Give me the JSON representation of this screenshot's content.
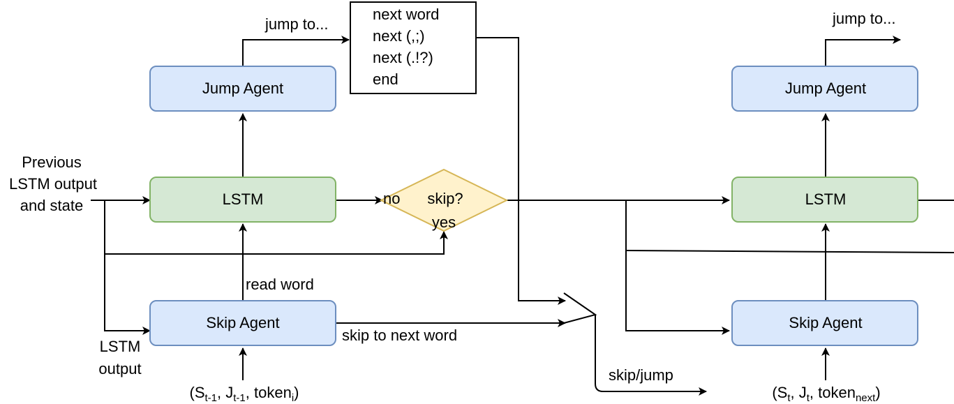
{
  "colors": {
    "agent_fill": "#dae8fc",
    "agent_stroke": "#6c8ebf",
    "lstm_fill": "#d5e8d4",
    "lstm_stroke": "#82b366",
    "decision_fill": "#fff2cc",
    "decision_stroke": "#d6b656",
    "line": "#000000"
  },
  "left": {
    "jump_agent": "Jump Agent",
    "lstm": "LSTM",
    "skip_agent": "Skip Agent",
    "jump_to": "jump to...",
    "read_word": "read word",
    "skip_to_next_word": "skip to next word",
    "prev_state": [
      "Previous",
      "LSTM output",
      "and state"
    ],
    "lstm_output": [
      "LSTM",
      "output"
    ],
    "input": {
      "open": "(S",
      "s_sub": "t-1",
      "mid1": ", J",
      "j_sub": "t-1",
      "mid2": ", token",
      "tok_sub": "i",
      "close": ")"
    }
  },
  "jump_options": [
    "next word",
    "next (,;)",
    "next (.!?)",
    "end"
  ],
  "decision": {
    "question": "skip?",
    "no": "no",
    "yes": "yes"
  },
  "merge_label": "skip/jump",
  "right": {
    "jump_agent": "Jump Agent",
    "lstm": "LSTM",
    "skip_agent": "Skip Agent",
    "jump_to": "jump to...",
    "input": {
      "open": "(S",
      "s_sub": "t",
      "mid1": ", J",
      "j_sub": "t",
      "mid2": ", token",
      "tok_sub": "next",
      "close": ")"
    }
  }
}
